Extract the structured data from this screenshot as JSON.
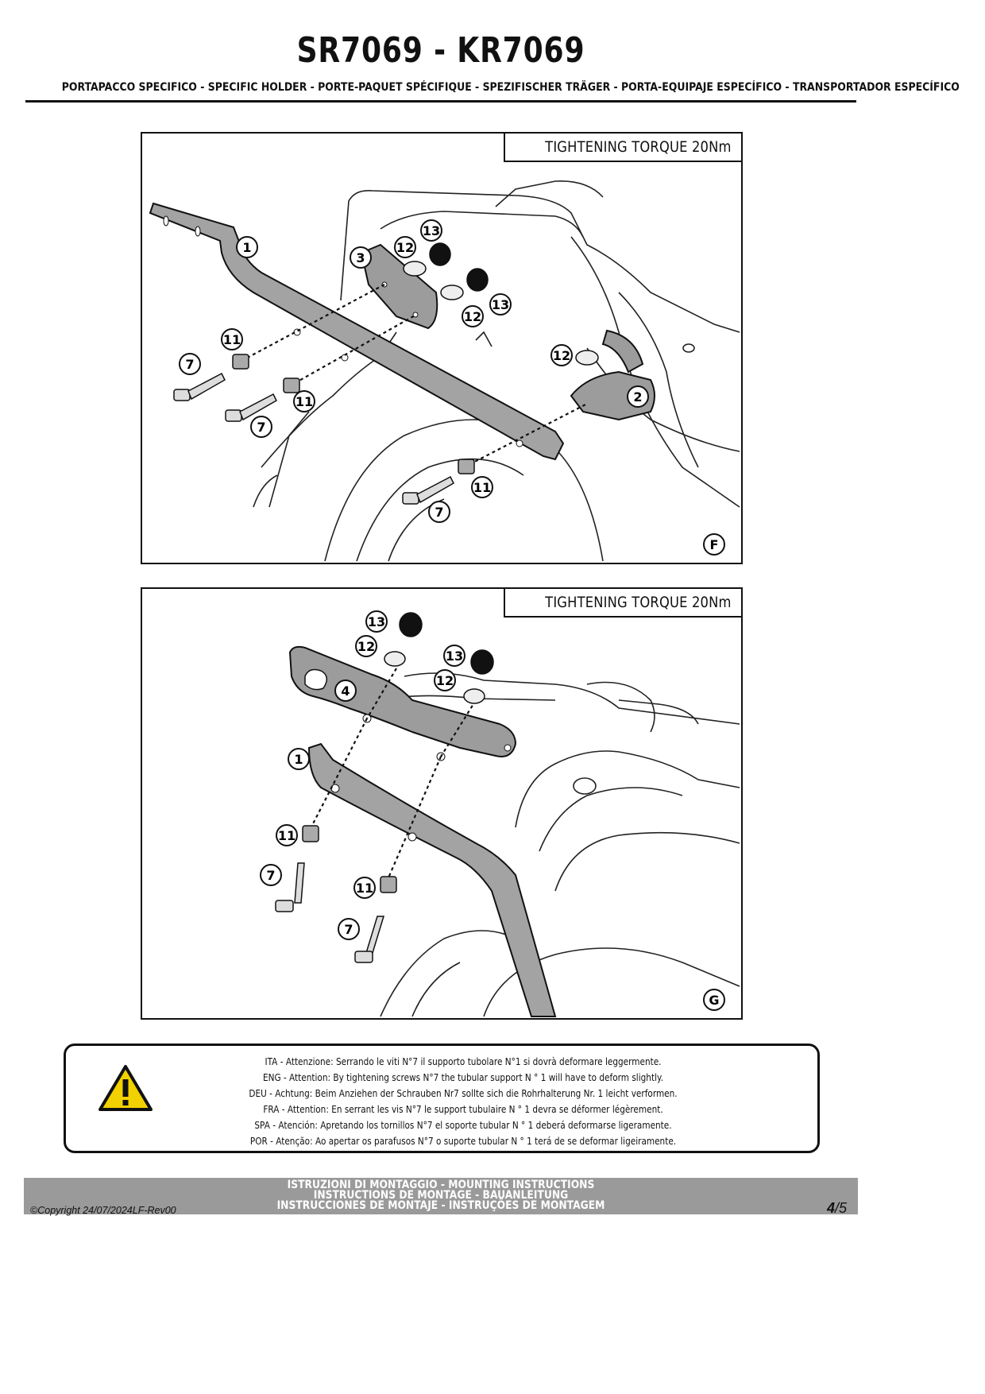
{
  "header": {
    "title": "SR7069 - KR7069",
    "subtitle": "PORTAPACCO SPECIFICO - SPECIFIC HOLDER - PORTE-PAQUET SPÉCIFIQUE - SPEZIFISCHER TRÄGER - PORTA-EQUIPAJE ESPECÍFICO - TRANSPORTADOR ESPECÍFICO"
  },
  "panels": [
    {
      "torque": "TIGHTENING TORQUE 20Nm",
      "step": "F",
      "callouts": [
        "1",
        "2",
        "3",
        "7",
        "7",
        "7",
        "11",
        "11",
        "11",
        "12",
        "12",
        "12",
        "13",
        "13"
      ]
    },
    {
      "torque": "TIGHTENING TORQUE 20Nm",
      "step": "G",
      "callouts": [
        "1",
        "4",
        "7",
        "7",
        "11",
        "11",
        "12",
        "12",
        "13",
        "13"
      ]
    }
  ],
  "warning": {
    "icon": "warning-triangle-icon",
    "lines": [
      "ITA - Attenzione: Serrando le viti N°7 il supporto tubolare N°1 si dovrà deformare leggermente.",
      "ENG - Attention: By tightening screws N°7 the tubular support N ° 1 will have to deform slightly.",
      "DEU - Achtung: Beim Anziehen der Schrauben Nr7 sollte sich die Rohrhalterung Nr. 1 leicht verformen.",
      "FRA - Attention: En serrant les vis N°7 le support tubulaire N ° 1 devra se déformer légèrement.",
      "SPA - Atención: Apretando los tornillos N°7 el soporte tubular N ° 1 deberá deformarse ligeramente.",
      "POR - Atenção: Ao apertar os parafusos N°7 o suporte tubular N ° 1 terá de se deformar ligeiramente."
    ]
  },
  "footer": {
    "lines": [
      "ISTRUZIONI DI MONTAGGIO  -  MOUNTING INSTRUCTIONS",
      "INSTRUCTIONS DE MONTAGE - BAUANLEITUNG",
      "INSTRUCCIONES DE MONTAJE - INSTRUÇÕES DE MONTAGEM"
    ],
    "copyright": "©Copyright 24/07/2024LF-Rev00",
    "page": "4",
    "page_total": "/5"
  }
}
